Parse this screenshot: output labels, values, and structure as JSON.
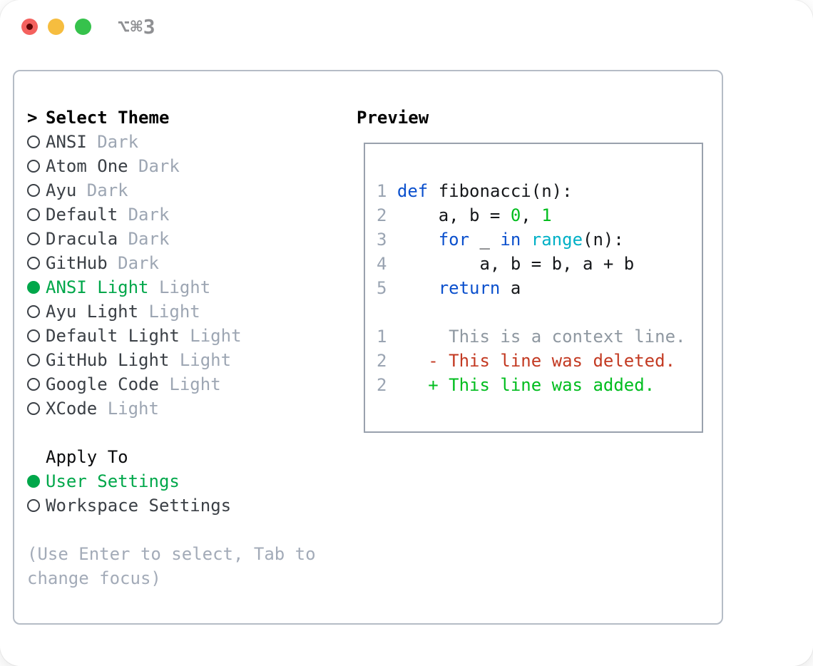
{
  "window": {
    "shortcut": "⌥⌘3",
    "traffic_lights": [
      "close",
      "minimize",
      "zoom"
    ]
  },
  "theme_panel": {
    "header_prefix": ">",
    "header": "Select Theme",
    "items": [
      {
        "name": "ANSI",
        "variant": "Dark",
        "selected": false
      },
      {
        "name": "Atom One",
        "variant": "Dark",
        "selected": false
      },
      {
        "name": "Ayu",
        "variant": "Dark",
        "selected": false
      },
      {
        "name": "Default",
        "variant": "Dark",
        "selected": false
      },
      {
        "name": "Dracula",
        "variant": "Dark",
        "selected": false
      },
      {
        "name": "GitHub",
        "variant": "Dark",
        "selected": false
      },
      {
        "name": "ANSI Light",
        "variant": "Light",
        "selected": true
      },
      {
        "name": "Ayu Light",
        "variant": "Light",
        "selected": false
      },
      {
        "name": "Default Light",
        "variant": "Light",
        "selected": false
      },
      {
        "name": "GitHub Light",
        "variant": "Light",
        "selected": false
      },
      {
        "name": "Google Code",
        "variant": "Light",
        "selected": false
      },
      {
        "name": "XCode",
        "variant": "Light",
        "selected": false
      }
    ],
    "apply_to": {
      "header": "Apply To",
      "options": [
        {
          "label": "User Settings",
          "selected": true
        },
        {
          "label": "Workspace Settings",
          "selected": false
        }
      ]
    },
    "help_lines": [
      "(Use Enter to select, Tab to",
      "change focus)"
    ]
  },
  "preview": {
    "title": "Preview",
    "code": [
      {
        "num": "1",
        "segs": [
          {
            "t": "def",
            "c": "kw"
          },
          {
            "t": " fibonacci(n):",
            "c": "fg"
          }
        ]
      },
      {
        "num": "2",
        "segs": [
          {
            "t": "    a, b = ",
            "c": "fg"
          },
          {
            "t": "0",
            "c": "lit"
          },
          {
            "t": ", ",
            "c": "fg"
          },
          {
            "t": "1",
            "c": "lit"
          }
        ]
      },
      {
        "num": "3",
        "segs": [
          {
            "t": "    ",
            "c": "fg"
          },
          {
            "t": "for",
            "c": "kw"
          },
          {
            "t": " _ ",
            "c": "fg"
          },
          {
            "t": "in",
            "c": "kw"
          },
          {
            "t": " ",
            "c": "fg"
          },
          {
            "t": "range",
            "c": "fn"
          },
          {
            "t": "(n):",
            "c": "fg"
          }
        ]
      },
      {
        "num": "4",
        "segs": [
          {
            "t": "        a, b = b, a + b",
            "c": "fg"
          }
        ]
      },
      {
        "num": "5",
        "segs": [
          {
            "t": "    ",
            "c": "fg"
          },
          {
            "t": "return",
            "c": "kw"
          },
          {
            "t": " a",
            "c": "fg"
          }
        ]
      }
    ],
    "diff": [
      {
        "num": "1",
        "segs": [
          {
            "t": "     This is a context line.",
            "c": "ctx"
          }
        ]
      },
      {
        "num": "2",
        "segs": [
          {
            "t": "   ",
            "c": "fg"
          },
          {
            "t": "- This line was deleted.",
            "c": "del"
          }
        ]
      },
      {
        "num": "2",
        "segs": [
          {
            "t": "   ",
            "c": "fg"
          },
          {
            "t": "+ This line was added.",
            "c": "add"
          }
        ]
      }
    ]
  },
  "colors": {
    "trafficRed": "#f4615e",
    "trafficRedDot": "#5f0505",
    "trafficYellow": "#f6bd3f",
    "trafficGreen": "#36c24c",
    "shortcutGray": "#8f9093",
    "outerBorder": "#b5bcc6",
    "previewBorder": "#99a1ad",
    "itemDark": "#3b4046",
    "dimGray": "#9da6b3",
    "helpGray": "#a3abb8",
    "lineNum": "#9aa4b2",
    "codeFg": "#15171a",
    "kw": "#0b50cd",
    "fn": "#00b0c6",
    "lit": "#00bd1e",
    "add": "#00bd1e",
    "del": "#c33a22",
    "ctx": "#8f98a1",
    "sel": "#00a74a"
  }
}
